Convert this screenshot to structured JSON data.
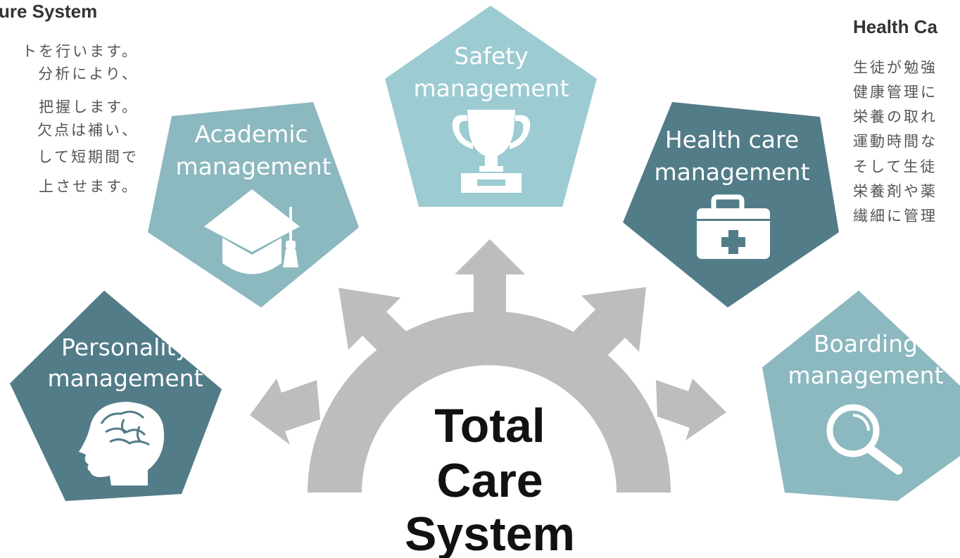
{
  "left_panel": {
    "heading": "ure System",
    "lines": [
      "トを行います。",
      "分析により、",
      "把握します。",
      "欠点は補い、",
      "して短期間で",
      "上させます。"
    ]
  },
  "right_panel": {
    "heading": "Health Ca",
    "lines": [
      "生徒が勉強",
      "健康管理に",
      "栄養の取れ",
      "運動時間な",
      "そして生徒",
      "栄養剤や薬",
      "繊細に管理"
    ]
  },
  "center": {
    "title_lines": [
      "Total",
      "Care",
      "System"
    ]
  },
  "modules": {
    "personality": {
      "line1": "Personality",
      "line2": "management",
      "color": "#527c88",
      "icon": "head-brain-icon"
    },
    "academic": {
      "line1": "Academic",
      "line2": "management",
      "color": "#8cb8bf",
      "icon": "graduation-cap-icon"
    },
    "safety": {
      "line1": "Safety",
      "line2": "management",
      "color": "#9ccbd2",
      "icon": "trophy-icon"
    },
    "health": {
      "line1": "Health care",
      "line2": "management",
      "color": "#527c88",
      "icon": "first-aid-kit-icon"
    },
    "boarding": {
      "line1": "Boarding",
      "line2": "management",
      "color": "#8cb8bf",
      "icon": "magnifier-icon"
    }
  },
  "colors": {
    "arc": "#bdbdbd",
    "text_dark": "#111111",
    "text_gray": "#555555"
  }
}
